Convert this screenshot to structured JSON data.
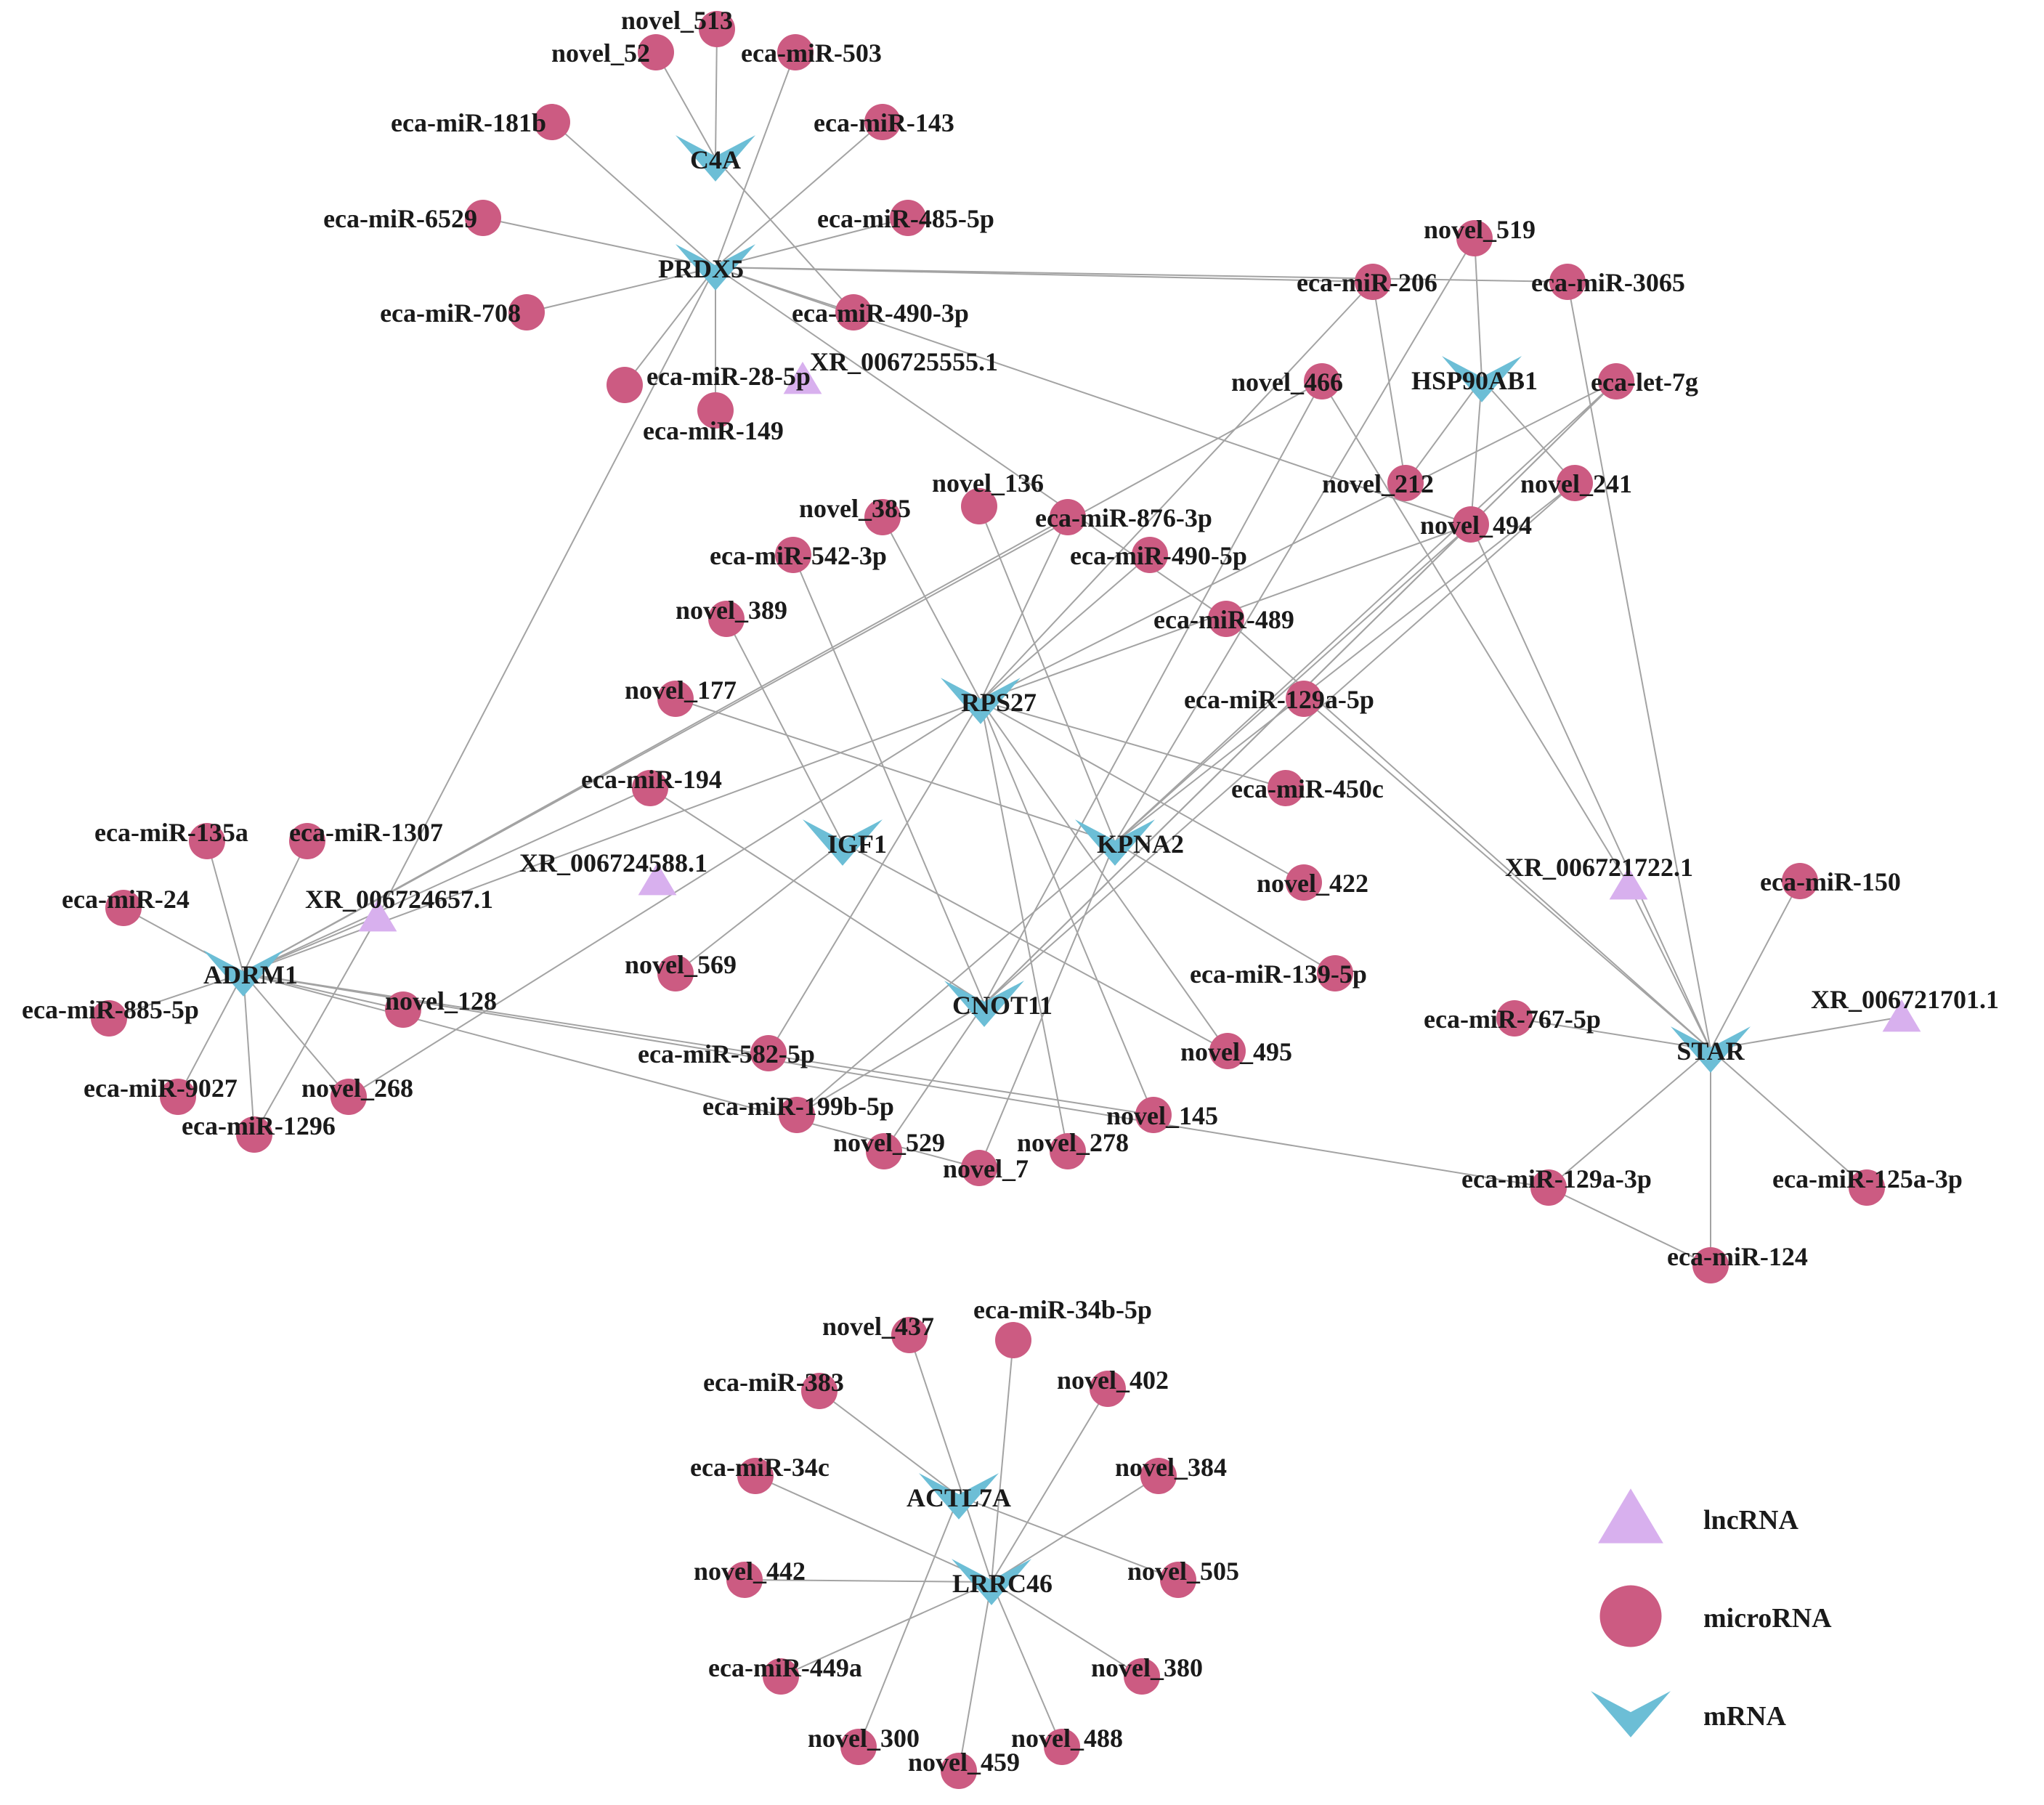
{
  "colors": {
    "mRNA": "#6cbed6",
    "microRNA": "#cc5b82",
    "lncRNA": "#d8b0ee",
    "edge": "#a3a3a3",
    "text": "#1a1a1a"
  },
  "legend": [
    {
      "type": "lncRNA",
      "label": "lncRNA"
    },
    {
      "type": "microRNA",
      "label": "microRNA"
    },
    {
      "type": "mRNA",
      "label": "mRNA"
    }
  ],
  "nodes": [
    {
      "id": "C4A",
      "label": "C4A",
      "type": "mRNA"
    },
    {
      "id": "PRDX5",
      "label": "PRDX5",
      "type": "mRNA"
    },
    {
      "id": "HSP90AB1",
      "label": "HSP90AB1",
      "type": "mRNA"
    },
    {
      "id": "RPS27",
      "label": "RPS27",
      "type": "mRNA"
    },
    {
      "id": "IGF1",
      "label": "IGF1",
      "type": "mRNA"
    },
    {
      "id": "KPNA2",
      "label": "KPNA2",
      "type": "mRNA"
    },
    {
      "id": "CNOT11",
      "label": "CNOT11",
      "type": "mRNA"
    },
    {
      "id": "ADRM1",
      "label": "ADRM1",
      "type": "mRNA"
    },
    {
      "id": "STAR",
      "label": "STAR",
      "type": "mRNA"
    },
    {
      "id": "ACTL7A",
      "label": "ACTL7A",
      "type": "mRNA"
    },
    {
      "id": "LRRC46",
      "label": "LRRC46",
      "type": "mRNA"
    },
    {
      "id": "XR_006725555.1",
      "label": "XR_006725555.1",
      "type": "lncRNA"
    },
    {
      "id": "XR_006724657.1",
      "label": "XR_006724657.1",
      "type": "lncRNA"
    },
    {
      "id": "XR_006724588.1",
      "label": "XR_006724588.1",
      "type": "lncRNA"
    },
    {
      "id": "XR_006721722.1",
      "label": "XR_006721722.1",
      "type": "lncRNA"
    },
    {
      "id": "XR_006721701.1",
      "label": "XR_006721701.1",
      "type": "lncRNA"
    },
    {
      "id": "novel_513",
      "label": "novel_513",
      "type": "microRNA"
    },
    {
      "id": "novel_52",
      "label": "novel_52",
      "type": "microRNA"
    },
    {
      "id": "eca-miR-503",
      "label": "eca-miR-503",
      "type": "microRNA"
    },
    {
      "id": "eca-miR-181b",
      "label": "eca-miR-181b",
      "type": "microRNA"
    },
    {
      "id": "eca-miR-143",
      "label": "eca-miR-143",
      "type": "microRNA"
    },
    {
      "id": "eca-miR-6529",
      "label": "eca-miR-6529",
      "type": "microRNA"
    },
    {
      "id": "eca-miR-485-5p",
      "label": "eca-miR-485-5p",
      "type": "microRNA"
    },
    {
      "id": "eca-miR-708",
      "label": "eca-miR-708",
      "type": "microRNA"
    },
    {
      "id": "eca-miR-490-3p",
      "label": "eca-miR-490-3p",
      "type": "microRNA"
    },
    {
      "id": "eca-miR-28-5p",
      "label": "eca-miR-28-5p",
      "type": "microRNA"
    },
    {
      "id": "eca-miR-149",
      "label": "eca-miR-149",
      "type": "microRNA"
    },
    {
      "id": "novel_519",
      "label": "novel_519",
      "type": "microRNA"
    },
    {
      "id": "eca-miR-206",
      "label": "eca-miR-206",
      "type": "microRNA"
    },
    {
      "id": "eca-miR-3065",
      "label": "eca-miR-3065",
      "type": "microRNA"
    },
    {
      "id": "novel_466",
      "label": "novel_466",
      "type": "microRNA"
    },
    {
      "id": "eca-let-7g",
      "label": "eca-let-7g",
      "type": "microRNA"
    },
    {
      "id": "novel_212",
      "label": "novel_212",
      "type": "microRNA"
    },
    {
      "id": "novel_241",
      "label": "novel_241",
      "type": "microRNA"
    },
    {
      "id": "novel_494",
      "label": "novel_494",
      "type": "microRNA"
    },
    {
      "id": "novel_136",
      "label": "novel_136",
      "type": "microRNA"
    },
    {
      "id": "novel_385",
      "label": "novel_385",
      "type": "microRNA"
    },
    {
      "id": "eca-miR-876-3p",
      "label": "eca-miR-876-3p",
      "type": "microRNA"
    },
    {
      "id": "eca-miR-542-3p",
      "label": "eca-miR-542-3p",
      "type": "microRNA"
    },
    {
      "id": "eca-miR-490-5p",
      "label": "eca-miR-490-5p",
      "type": "microRNA"
    },
    {
      "id": "novel_389",
      "label": "novel_389",
      "type": "microRNA"
    },
    {
      "id": "eca-miR-489",
      "label": "eca-miR-489",
      "type": "microRNA"
    },
    {
      "id": "novel_177",
      "label": "novel_177",
      "type": "microRNA"
    },
    {
      "id": "eca-miR-129a-5p",
      "label": "eca-miR-129a-5p",
      "type": "microRNA"
    },
    {
      "id": "eca-miR-194",
      "label": "eca-miR-194",
      "type": "microRNA"
    },
    {
      "id": "eca-miR-450c",
      "label": "eca-miR-450c",
      "type": "microRNA"
    },
    {
      "id": "eca-miR-135a",
      "label": "eca-miR-135a",
      "type": "microRNA"
    },
    {
      "id": "eca-miR-1307",
      "label": "eca-miR-1307",
      "type": "microRNA"
    },
    {
      "id": "novel_422",
      "label": "novel_422",
      "type": "microRNA"
    },
    {
      "id": "eca-miR-24",
      "label": "eca-miR-24",
      "type": "microRNA"
    },
    {
      "id": "eca-miR-150",
      "label": "eca-miR-150",
      "type": "microRNA"
    },
    {
      "id": "novel_569",
      "label": "novel_569",
      "type": "microRNA"
    },
    {
      "id": "eca-miR-139-5p",
      "label": "eca-miR-139-5p",
      "type": "microRNA"
    },
    {
      "id": "eca-miR-885-5p",
      "label": "eca-miR-885-5p",
      "type": "microRNA"
    },
    {
      "id": "novel_128",
      "label": "novel_128",
      "type": "microRNA"
    },
    {
      "id": "eca-miR-767-5p",
      "label": "eca-miR-767-5p",
      "type": "microRNA"
    },
    {
      "id": "novel_495",
      "label": "novel_495",
      "type": "microRNA"
    },
    {
      "id": "eca-miR-582-5p",
      "label": "eca-miR-582-5p",
      "type": "microRNA"
    },
    {
      "id": "eca-miR-9027",
      "label": "eca-miR-9027",
      "type": "microRNA"
    },
    {
      "id": "novel_268",
      "label": "novel_268",
      "type": "microRNA"
    },
    {
      "id": "eca-miR-1296",
      "label": "eca-miR-1296",
      "type": "microRNA"
    },
    {
      "id": "novel_145",
      "label": "novel_145",
      "type": "microRNA"
    },
    {
      "id": "eca-miR-199b-5p",
      "label": "eca-miR-199b-5p",
      "type": "microRNA"
    },
    {
      "id": "novel_278",
      "label": "novel_278",
      "type": "microRNA"
    },
    {
      "id": "novel_529",
      "label": "novel_529",
      "type": "microRNA"
    },
    {
      "id": "novel_7",
      "label": "novel_7",
      "type": "microRNA"
    },
    {
      "id": "eca-miR-129a-3p",
      "label": "eca-miR-129a-3p",
      "type": "microRNA"
    },
    {
      "id": "eca-miR-125a-3p",
      "label": "eca-miR-125a-3p",
      "type": "microRNA"
    },
    {
      "id": "eca-miR-124",
      "label": "eca-miR-124",
      "type": "microRNA"
    },
    {
      "id": "novel_437",
      "label": "novel_437",
      "type": "microRNA"
    },
    {
      "id": "eca-miR-34b-5p",
      "label": "eca-miR-34b-5p",
      "type": "microRNA"
    },
    {
      "id": "eca-miR-383",
      "label": "eca-miR-383",
      "type": "microRNA"
    },
    {
      "id": "novel_402",
      "label": "novel_402",
      "type": "microRNA"
    },
    {
      "id": "eca-miR-34c",
      "label": "eca-miR-34c",
      "type": "microRNA"
    },
    {
      "id": "novel_384",
      "label": "novel_384",
      "type": "microRNA"
    },
    {
      "id": "novel_442",
      "label": "novel_442",
      "type": "microRNA"
    },
    {
      "id": "novel_505",
      "label": "novel_505",
      "type": "microRNA"
    },
    {
      "id": "eca-miR-449a",
      "label": "eca-miR-449a",
      "type": "microRNA"
    },
    {
      "id": "novel_380",
      "label": "novel_380",
      "type": "microRNA"
    },
    {
      "id": "novel_300",
      "label": "novel_300",
      "type": "microRNA"
    },
    {
      "id": "novel_488",
      "label": "novel_488",
      "type": "microRNA"
    },
    {
      "id": "novel_459",
      "label": "novel_459",
      "type": "microRNA"
    }
  ],
  "edges": [
    [
      "novel_513",
      "C4A"
    ],
    [
      "novel_52",
      "C4A"
    ],
    [
      "eca-miR-503",
      "PRDX5"
    ],
    [
      "eca-miR-181b",
      "PRDX5"
    ],
    [
      "eca-miR-143",
      "PRDX5"
    ],
    [
      "eca-miR-6529",
      "PRDX5"
    ],
    [
      "eca-miR-485-5p",
      "PRDX5"
    ],
    [
      "eca-miR-708",
      "PRDX5"
    ],
    [
      "eca-miR-490-3p",
      "PRDX5"
    ],
    [
      "eca-miR-28-5p",
      "PRDX5"
    ],
    [
      "eca-miR-149",
      "PRDX5"
    ],
    [
      "C4A",
      "eca-miR-490-3p"
    ],
    [
      "PRDX5",
      "eca-miR-206"
    ],
    [
      "PRDX5",
      "eca-miR-3065"
    ],
    [
      "PRDX5",
      "novel_494"
    ],
    [
      "PRDX5",
      "eca-miR-489"
    ],
    [
      "PRDX5",
      "XR_006724657.1"
    ],
    [
      "novel_519",
      "HSP90AB1"
    ],
    [
      "novel_494",
      "HSP90AB1"
    ],
    [
      "novel_212",
      "HSP90AB1"
    ],
    [
      "novel_241",
      "HSP90AB1"
    ],
    [
      "eca-miR-206",
      "novel_212"
    ],
    [
      "eca-miR-206",
      "RPS27"
    ],
    [
      "eca-miR-3065",
      "STAR"
    ],
    [
      "novel_466",
      "ADRM1"
    ],
    [
      "novel_466",
      "XR_006721722.1"
    ],
    [
      "novel_466",
      "CNOT11"
    ],
    [
      "eca-let-7g",
      "RPS27"
    ],
    [
      "eca-let-7g",
      "KPNA2"
    ],
    [
      "eca-let-7g",
      "CNOT11"
    ],
    [
      "eca-let-7g",
      "novel_494"
    ],
    [
      "novel_241",
      "KPNA2"
    ],
    [
      "novel_241",
      "CNOT11"
    ],
    [
      "novel_494",
      "RPS27"
    ],
    [
      "novel_494",
      "CNOT11"
    ],
    [
      "novel_494",
      "KPNA2"
    ],
    [
      "novel_494",
      "STAR"
    ],
    [
      "novel_519",
      "KPNA2"
    ],
    [
      "novel_136",
      "KPNA2"
    ],
    [
      "novel_385",
      "RPS27"
    ],
    [
      "eca-miR-876-3p",
      "RPS27"
    ],
    [
      "eca-miR-876-3p",
      "ADRM1"
    ],
    [
      "eca-miR-542-3p",
      "CNOT11"
    ],
    [
      "eca-miR-490-5p",
      "RPS27"
    ],
    [
      "novel_389",
      "IGF1"
    ],
    [
      "eca-miR-489",
      "STAR"
    ],
    [
      "novel_177",
      "KPNA2"
    ],
    [
      "eca-miR-129a-5p",
      "STAR"
    ],
    [
      "eca-miR-194",
      "ADRM1"
    ],
    [
      "eca-miR-194",
      "CNOT11"
    ],
    [
      "RPS27",
      "eca-miR-450c"
    ],
    [
      "RPS27",
      "novel_422"
    ],
    [
      "RPS27",
      "novel_145"
    ],
    [
      "RPS27",
      "novel_495"
    ],
    [
      "RPS27",
      "novel_278"
    ],
    [
      "RPS27",
      "ADRM1"
    ],
    [
      "RPS27",
      "eca-miR-582-5p"
    ],
    [
      "RPS27",
      "novel_268"
    ],
    [
      "IGF1",
      "novel_569"
    ],
    [
      "IGF1",
      "novel_495"
    ],
    [
      "KPNA2",
      "eca-miR-139-5p"
    ],
    [
      "KPNA2",
      "novel_7"
    ],
    [
      "KPNA2",
      "eca-miR-199b-5p"
    ],
    [
      "CNOT11",
      "novel_529"
    ],
    [
      "CNOT11",
      "eca-miR-199b-5p"
    ],
    [
      "eca-miR-135a",
      "ADRM1"
    ],
    [
      "eca-miR-1307",
      "ADRM1"
    ],
    [
      "eca-miR-24",
      "ADRM1"
    ],
    [
      "eca-miR-885-5p",
      "ADRM1"
    ],
    [
      "eca-miR-9027",
      "ADRM1"
    ],
    [
      "novel_268",
      "ADRM1"
    ],
    [
      "eca-miR-1296",
      "ADRM1"
    ],
    [
      "novel_128",
      "ADRM1"
    ],
    [
      "XR_006724657.1",
      "ADRM1"
    ],
    [
      "XR_006724657.1",
      "eca-miR-1296"
    ],
    [
      "ADRM1",
      "novel_145"
    ],
    [
      "ADRM1",
      "novel_7"
    ],
    [
      "ADRM1",
      "eca-miR-129a-3p"
    ],
    [
      "eca-miR-150",
      "STAR"
    ],
    [
      "eca-miR-767-5p",
      "STAR"
    ],
    [
      "XR_006721701.1",
      "STAR"
    ],
    [
      "XR_006721722.1",
      "STAR"
    ],
    [
      "eca-miR-129a-3p",
      "STAR"
    ],
    [
      "eca-miR-125a-3p",
      "STAR"
    ],
    [
      "eca-miR-124",
      "STAR"
    ],
    [
      "eca-miR-124",
      "eca-miR-129a-3p"
    ],
    [
      "novel_437",
      "LRRC46"
    ],
    [
      "eca-miR-34b-5p",
      "LRRC46"
    ],
    [
      "eca-miR-383",
      "ACTL7A"
    ],
    [
      "novel_402",
      "LRRC46"
    ],
    [
      "eca-miR-34c",
      "LRRC46"
    ],
    [
      "novel_384",
      "LRRC46"
    ],
    [
      "novel_442",
      "LRRC46"
    ],
    [
      "novel_505",
      "ACTL7A"
    ],
    [
      "eca-miR-449a",
      "LRRC46"
    ],
    [
      "novel_380",
      "LRRC46"
    ],
    [
      "novel_300",
      "ACTL7A"
    ],
    [
      "novel_488",
      "LRRC46"
    ],
    [
      "novel_459",
      "LRRC46"
    ]
  ]
}
